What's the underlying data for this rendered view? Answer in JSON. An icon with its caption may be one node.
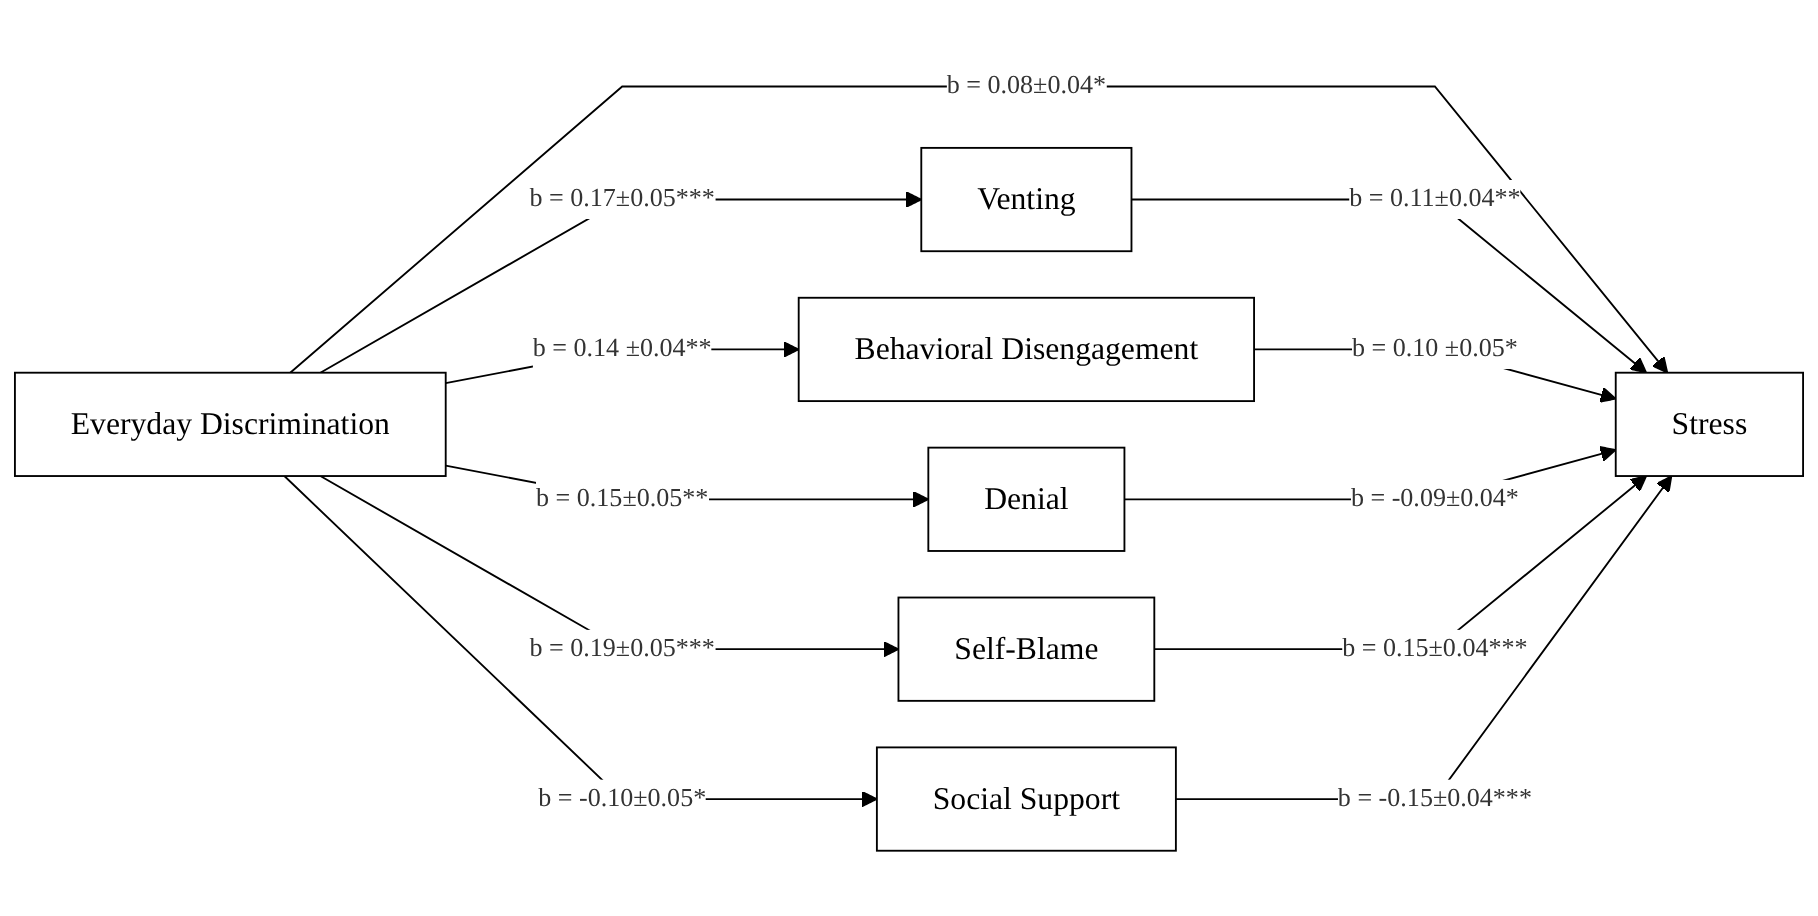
{
  "diagram": {
    "nodes": [
      {
        "text": [
          "Everyday Discrimination"
        ]
      },
      {
        "text": [
          "Venting"
        ]
      },
      {
        "text": [
          "Behavioral Disengagement"
        ]
      },
      {
        "text": [
          "Denial"
        ]
      },
      {
        "text": [
          "Self-Blame"
        ]
      },
      {
        "text": [
          "Social Support"
        ]
      },
      {
        "text": [
          "Stress"
        ]
      }
    ],
    "edges": [
      {
        "from": 0,
        "to": 1,
        "arrow": "to",
        "label": "b = 0.17±0.05***"
      },
      {
        "from": 0,
        "to": 2,
        "arrow": "to",
        "label": "b = 0.14 ±0.04**"
      },
      {
        "from": 0,
        "to": 3,
        "arrow": "to",
        "label": "b = 0.15±0.05**"
      },
      {
        "from": 0,
        "to": 6,
        "arrow": "to",
        "label": "b = 0.08±0.04*"
      },
      {
        "from": 0,
        "to": 4,
        "arrow": "to",
        "label": "b = 0.19±0.05***"
      },
      {
        "from": 0,
        "to": 5,
        "arrow": "to",
        "label": "b = -0.10±0.05*"
      },
      {
        "from": 1,
        "to": 6,
        "arrow": "to",
        "label": "b = 0.11±0.04**"
      },
      {
        "from": 2,
        "to": 6,
        "arrow": "to",
        "label": "b = 0.10 ±0.05*"
      },
      {
        "from": 3,
        "to": 6,
        "arrow": "to",
        "label": "b = -0.09±0.04*"
      },
      {
        "from": 4,
        "to": 6,
        "arrow": "to",
        "label": "b = 0.15±0.04***"
      },
      {
        "from": 5,
        "to": 6,
        "arrow": "to",
        "label": "b = -0.15±0.04***"
      }
    ]
  }
}
